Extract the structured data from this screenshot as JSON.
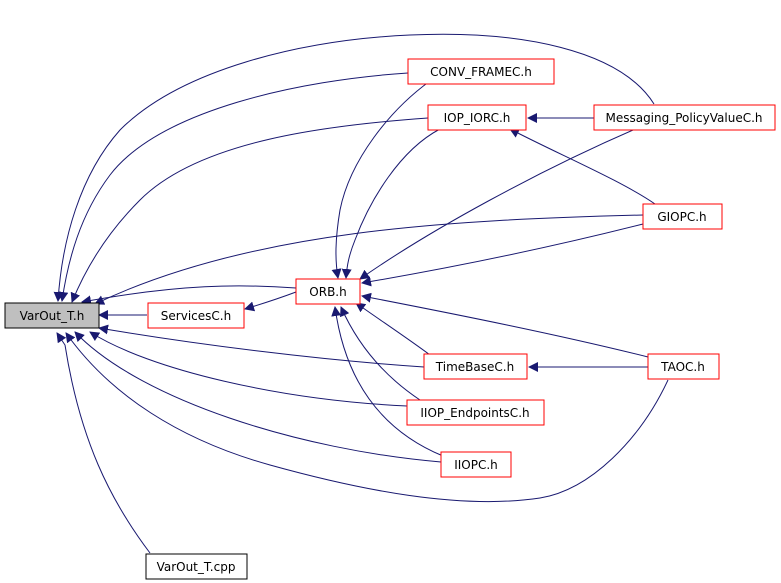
{
  "diagram": {
    "edge_color": "#191970",
    "node_border_color": "#ff0000",
    "root_fill": "#bfbfbf",
    "nodes": [
      {
        "id": "varout_t_h",
        "label": "VarOut_T.h"
      },
      {
        "id": "servicesc_h",
        "label": "ServicesC.h"
      },
      {
        "id": "orb_h",
        "label": "ORB.h"
      },
      {
        "id": "conv_framec_h",
        "label": "CONV_FRAMEC.h"
      },
      {
        "id": "iop_iorc_h",
        "label": "IOP_IORC.h"
      },
      {
        "id": "messaging_policyvaluec_h",
        "label": "Messaging_PolicyValueC.h"
      },
      {
        "id": "giopc_h",
        "label": "GIOPC.h"
      },
      {
        "id": "timebasec_h",
        "label": "TimeBaseC.h"
      },
      {
        "id": "taoc_h",
        "label": "TAOC.h"
      },
      {
        "id": "iiop_endpointsc_h",
        "label": "IIOP_EndpointsC.h"
      },
      {
        "id": "iiopc_h",
        "label": "IIOPC.h"
      },
      {
        "id": "varout_t_cpp",
        "label": "VarOut_T.cpp"
      }
    ]
  }
}
